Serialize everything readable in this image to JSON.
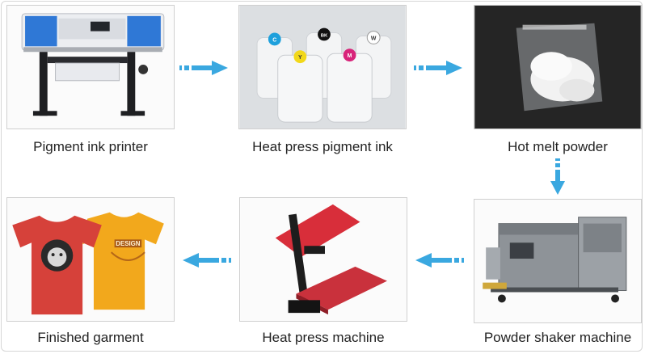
{
  "steps": [
    {
      "label": "Pigment ink printer",
      "icon": "printer-icon"
    },
    {
      "label": "Heat press pigment ink",
      "icon": "ink-bottles-icon"
    },
    {
      "label": "Hot melt powder",
      "icon": "powder-bag-icon"
    },
    {
      "label": "Powder shaker machine",
      "icon": "shaker-machine-icon"
    },
    {
      "label": "Heat press machine",
      "icon": "heat-press-icon"
    },
    {
      "label": "Finished garment",
      "icon": "tshirts-icon"
    }
  ],
  "ink_bottle_labels": [
    "C",
    "BK",
    "W",
    "Y",
    "M"
  ],
  "tshirt_print_text": "DESIGN",
  "colors": {
    "arrow": "#3aa8e0",
    "press_red": "#d82e3a",
    "shirt_red": "#d6413a",
    "shirt_yellow": "#f2a81c"
  }
}
